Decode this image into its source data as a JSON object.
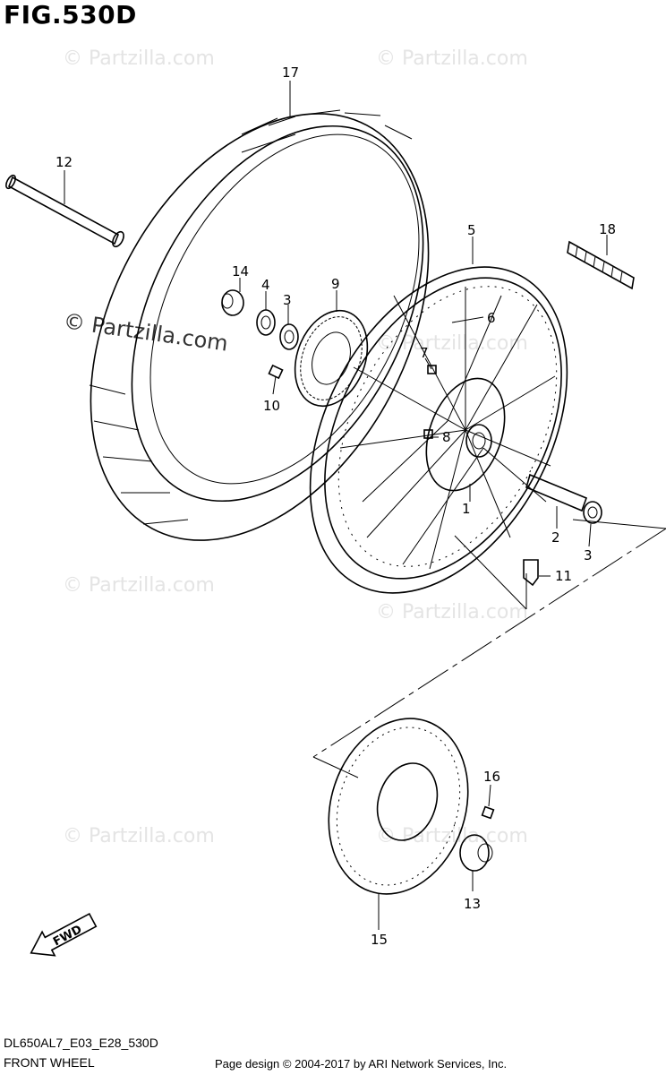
{
  "figure": {
    "title": "FIG.530D",
    "model_code": "DL650AL7_E03_E28_530D",
    "section": "FRONT WHEEL",
    "credit": "Page design © 2004-2017 by ARI Network Services, Inc."
  },
  "watermarks": [
    "© Partzilla.com",
    "© Partzilla.com",
    "© Partzilla.com",
    "© Partzilla.com",
    "© Partzilla.com",
    "© Partzilla.com",
    "© Partzilla.com",
    "© Partzilla.com"
  ],
  "callouts": [
    "1",
    "2",
    "3",
    "3",
    "4",
    "5",
    "6",
    "7",
    "8",
    "9",
    "10",
    "11",
    "12",
    "13",
    "14",
    "15",
    "16",
    "17",
    "18"
  ],
  "fwd_icon": {
    "label": "FWD",
    "icon": "arrow-left-down-icon"
  }
}
